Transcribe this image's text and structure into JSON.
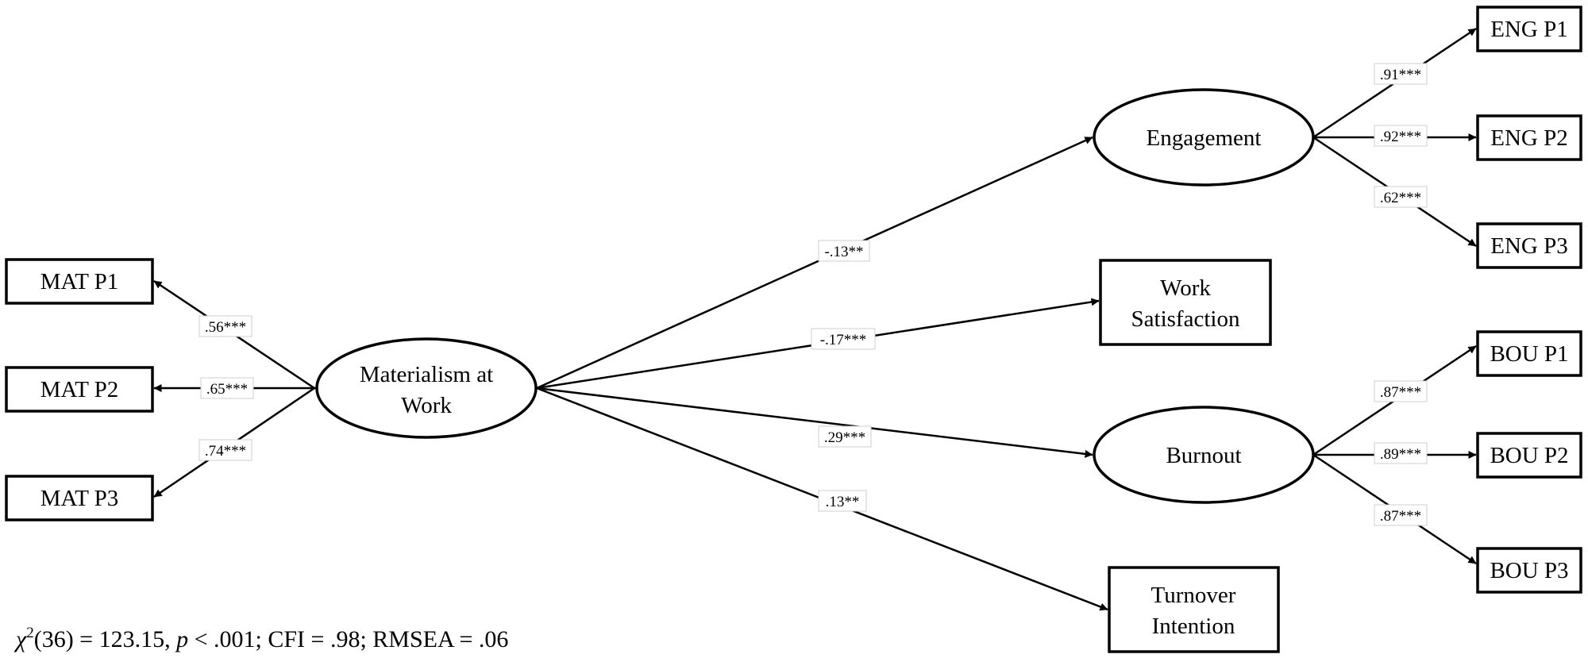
{
  "nodes": {
    "mat_p1": "MAT P1",
    "mat_p2": "MAT P2",
    "mat_p3": "MAT P3",
    "materialism": [
      "Materialism at",
      "Work"
    ],
    "engagement": "Engagement",
    "work_satisfaction": [
      "Work",
      "Satisfaction"
    ],
    "burnout": "Burnout",
    "turnover_intention": [
      "Turnover",
      "Intention"
    ],
    "eng_p1": "ENG P1",
    "eng_p2": "ENG P2",
    "eng_p3": "ENG P3",
    "bou_p1": "BOU P1",
    "bou_p2": "BOU P2",
    "bou_p3": "BOU P3"
  },
  "paths": {
    "mat_to_p1": ".56***",
    "mat_to_p2": ".65***",
    "mat_to_p3": ".74***",
    "mat_to_engagement": "-.13**",
    "mat_to_work_satisfaction": "-.17***",
    "mat_to_burnout": ".29***",
    "mat_to_turnover": ".13**",
    "eng_to_p1": ".91***",
    "eng_to_p2": ".92***",
    "eng_to_p3": ".62***",
    "bou_to_p1": ".87***",
    "bou_to_p2": ".89***",
    "bou_to_p3": ".87***"
  },
  "fit": {
    "chi_symbol": "χ",
    "chi_exp": "2",
    "chi_value": "(36) = 123.15, ",
    "p_symbol": "p",
    "rest": " < .001; CFI = .98; RMSEA = .06"
  }
}
